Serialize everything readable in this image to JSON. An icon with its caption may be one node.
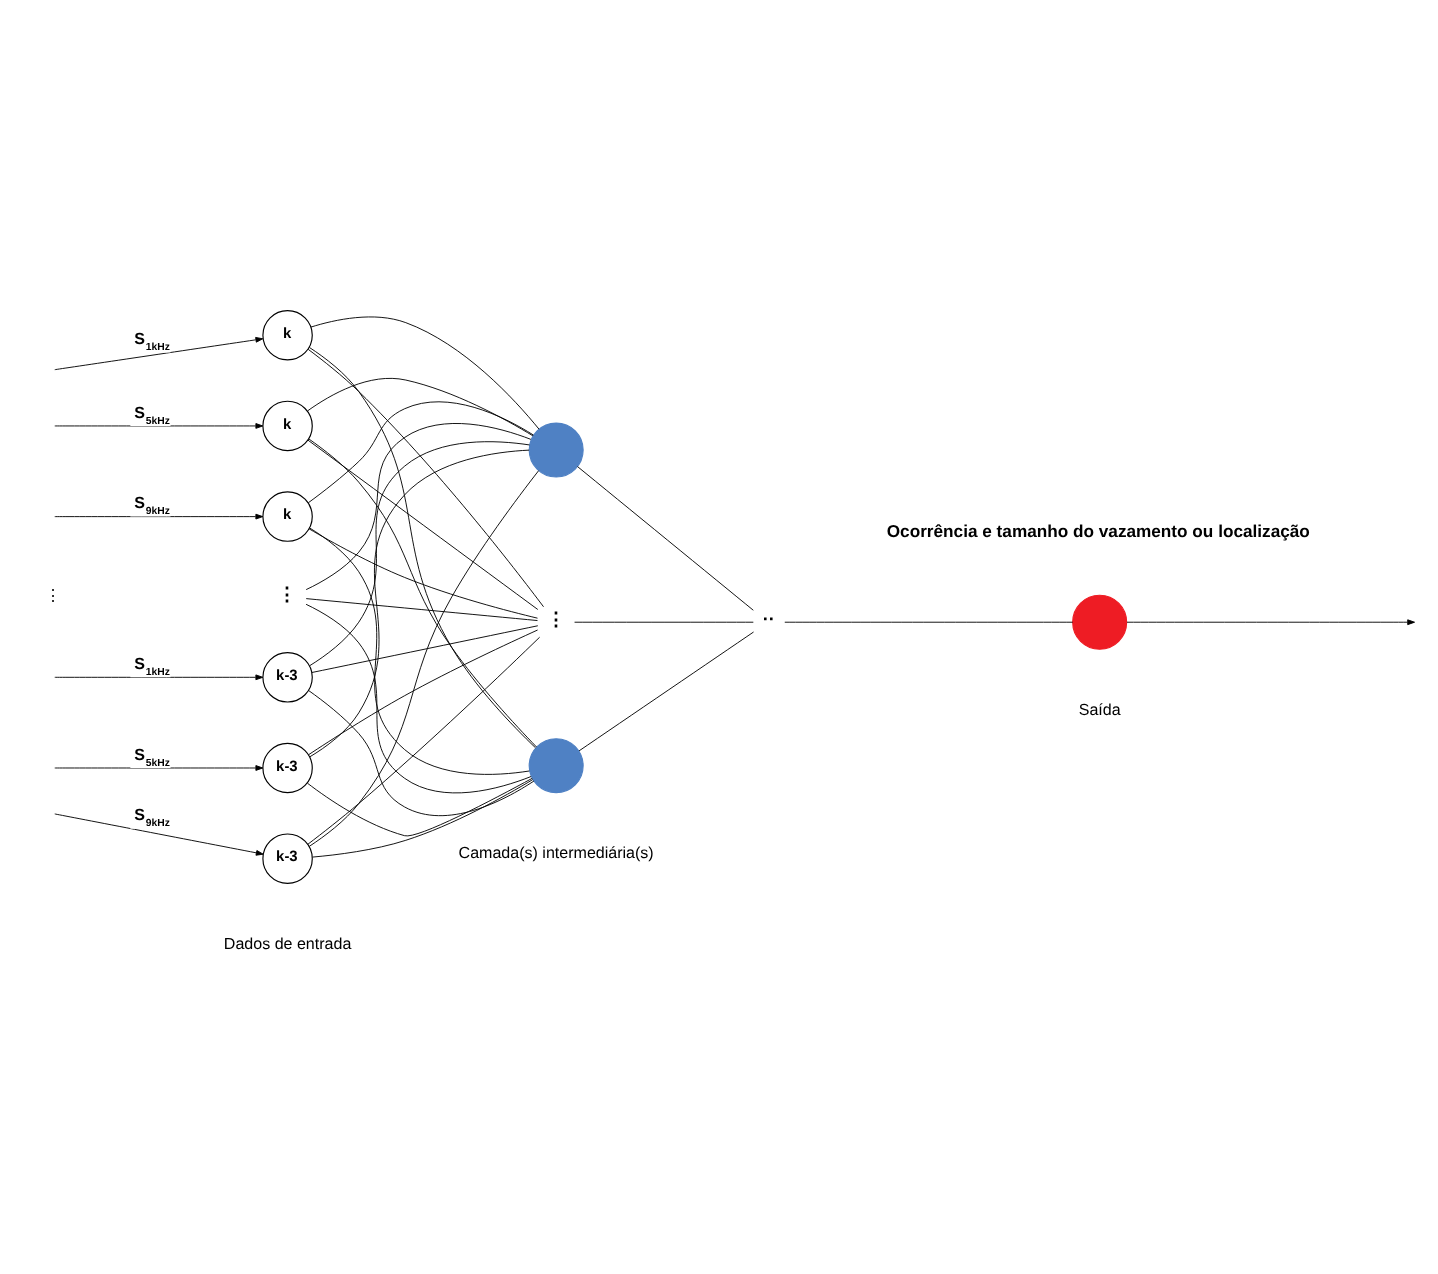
{
  "diagram": {
    "nodes": [
      {
        "text": [
          "k"
        ]
      },
      {
        "text": [
          "k"
        ]
      },
      {
        "text": [
          "k"
        ]
      },
      {
        "text": [
          "⋮"
        ]
      },
      {
        "text": [
          "k-3"
        ]
      },
      {
        "text": [
          "k-3"
        ]
      },
      {
        "text": [
          "k-3"
        ]
      },
      {
        "text": [],
        "shape": "circle"
      },
      {
        "text": [
          "⋮"
        ]
      },
      {
        "text": [],
        "shape": "circle"
      },
      {
        "text": [
          "··"
        ]
      },
      {
        "text": [],
        "shape": "circle",
        "beside": [
          "Ocorrência e tamanho do vazamento ou localização"
        ]
      }
    ],
    "edges": [
      {
        "from": null,
        "to": 0,
        "arrow": "to",
        "label": "S$_{1kHz}$"
      },
      {
        "from": null,
        "to": 1,
        "arrow": "to",
        "label": "S$_{5kHz}$"
      },
      {
        "from": null,
        "to": 2,
        "arrow": "to",
        "label": "S$_{9kHz}$"
      },
      {
        "from": null,
        "to": 4,
        "arrow": "to",
        "label": "S$_{1kHz}$"
      },
      {
        "from": null,
        "to": 5,
        "arrow": "to",
        "label": "S$_{5kHz}$"
      },
      {
        "from": null,
        "to": 6,
        "arrow": "to",
        "label": "S$_{9kHz}$"
      },
      {
        "from": 0,
        "to": 7,
        "arrow": "none"
      },
      {
        "from": 0,
        "to": 8,
        "arrow": "none"
      },
      {
        "from": 0,
        "to": 9,
        "arrow": "none"
      },
      {
        "from": 1,
        "to": 7,
        "arrow": "none"
      },
      {
        "from": 1,
        "to": 8,
        "arrow": "none"
      },
      {
        "from": 1,
        "to": 9,
        "arrow": "none"
      },
      {
        "from": 2,
        "to": 7,
        "arrow": "none"
      },
      {
        "from": 2,
        "to": 8,
        "arrow": "none"
      },
      {
        "from": 2,
        "to": 9,
        "arrow": "none"
      },
      {
        "from": 3,
        "to": 7,
        "arrow": "none"
      },
      {
        "from": 3,
        "to": 8,
        "arrow": "none"
      },
      {
        "from": 3,
        "to": 9,
        "arrow": "none"
      },
      {
        "from": 4,
        "to": 7,
        "arrow": "none"
      },
      {
        "from": 4,
        "to": 8,
        "arrow": "none"
      },
      {
        "from": 4,
        "to": 9,
        "arrow": "none"
      },
      {
        "from": 5,
        "to": 7,
        "arrow": "none"
      },
      {
        "from": 5,
        "to": 8,
        "arrow": "none"
      },
      {
        "from": 5,
        "to": 9,
        "arrow": "none"
      },
      {
        "from": 6,
        "to": 7,
        "arrow": "none"
      },
      {
        "from": 6,
        "to": 8,
        "arrow": "none"
      },
      {
        "from": 6,
        "to": 9,
        "arrow": "none"
      },
      {
        "from": 7,
        "to": 10,
        "arrow": "none"
      },
      {
        "from": 8,
        "to": 10,
        "arrow": "none"
      },
      {
        "from": 9,
        "to": 10,
        "arrow": "none"
      },
      {
        "from": 10,
        "to": 11,
        "arrow": "none"
      },
      {
        "from": 11,
        "to": null,
        "arrow": "to"
      }
    ],
    "labels": [
      "⋮",
      "Dados de entrada",
      "Camada(s) intermediária(s)",
      "Saída"
    ]
  }
}
